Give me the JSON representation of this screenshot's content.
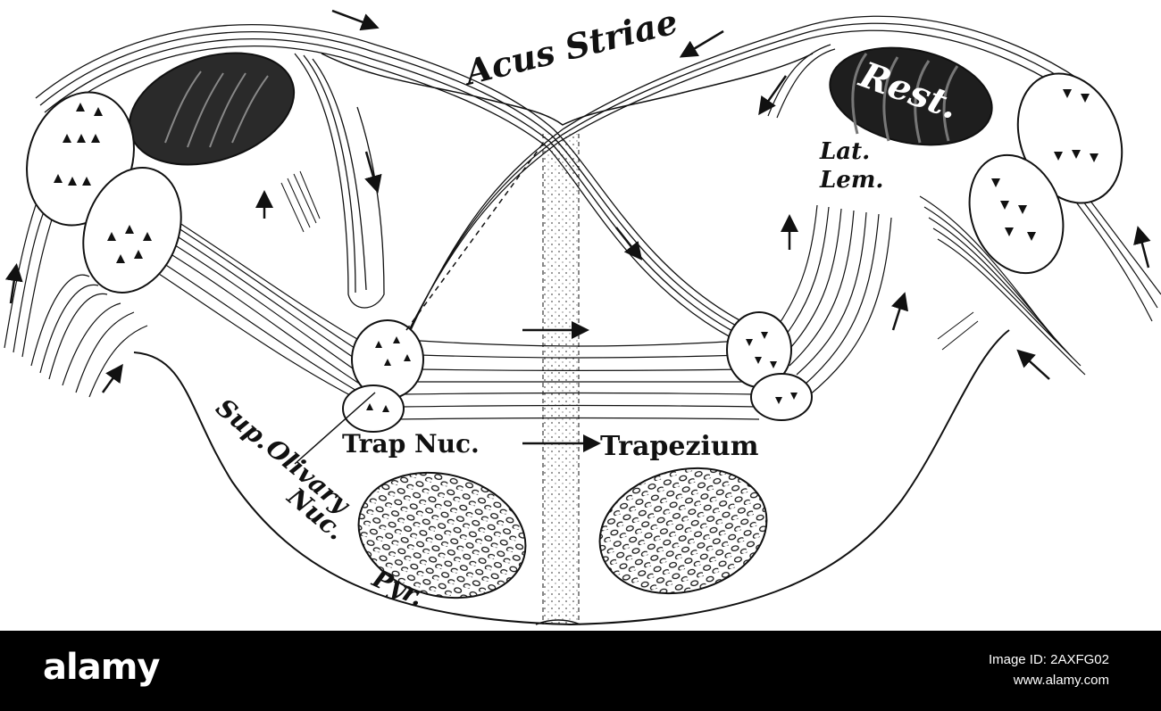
{
  "labels": {
    "acus_striae": "Acus Striae",
    "rest": "Rest.",
    "lat": "Lat.",
    "lem": "Lem.",
    "sup": "Sup.",
    "olivary": "Olivary",
    "nuc": "Nuc.",
    "trap_nuc": "Trap Nuc.",
    "trapezium": "Trapezium",
    "pyr": "Pyr."
  },
  "footer": {
    "logo": "alamy",
    "image_id": "Image ID: 2AXFG02",
    "site": "www.alamy.com"
  },
  "colors": {
    "ink": "#111111",
    "background": "#ffffff",
    "banner": "#000000"
  }
}
